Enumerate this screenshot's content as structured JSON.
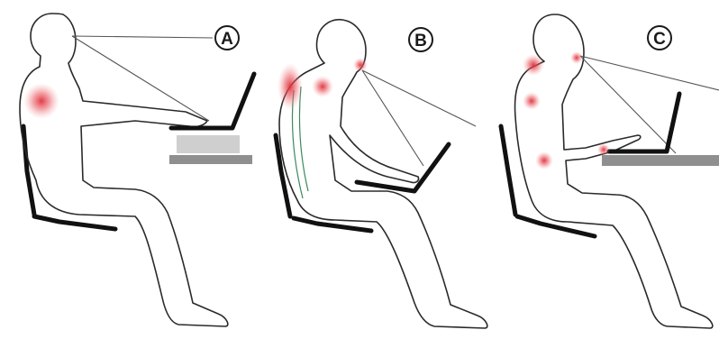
{
  "figures": [
    {
      "label": "A"
    },
    {
      "label": "B"
    },
    {
      "label": "C"
    }
  ],
  "colors": {
    "outline": "#2a2a2a",
    "chair": "#111111",
    "pain_spot": "#e0303a",
    "desk_light": "#cfcfcf",
    "desk_dark": "#8f8f8f",
    "background": "#ffffff"
  }
}
